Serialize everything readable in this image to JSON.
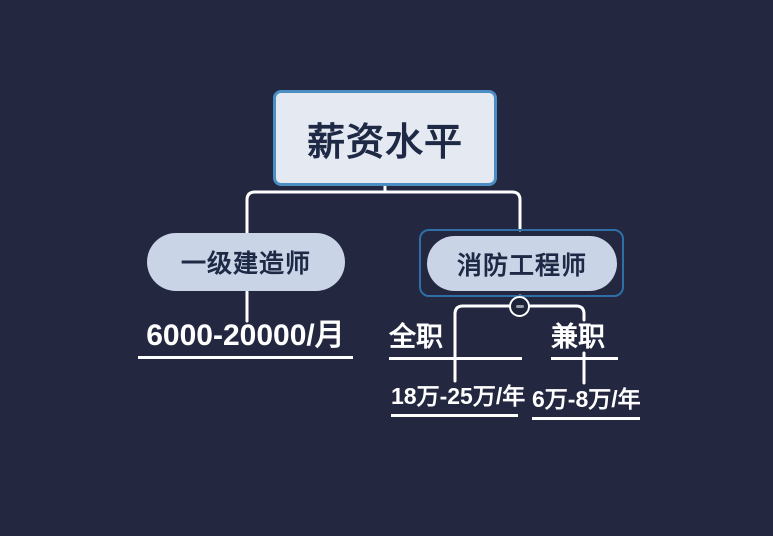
{
  "colors": {
    "bg": "#232840",
    "line": "#ffffff",
    "node-text": "#1e2a45",
    "root-fill": "#e5eaf2",
    "root-border": "#4b8ec4",
    "pill-fill": "#c9d4e6",
    "select-border": "#2f6ea6",
    "handle-fill": "#1d2338"
  },
  "root": {
    "label": "薪资水平"
  },
  "branches": [
    {
      "label": "一级建造师",
      "salary": "6000-20000/月"
    },
    {
      "label": "消防工程师",
      "children": [
        {
          "label": "全职",
          "salary": "18万-25万/年"
        },
        {
          "label": "兼职",
          "salary": "6万-8万/年"
        }
      ]
    }
  ]
}
